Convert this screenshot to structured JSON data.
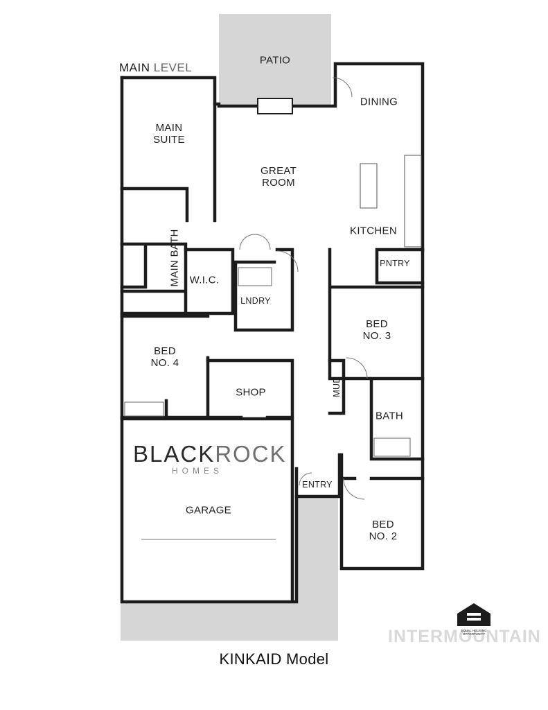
{
  "header": {
    "level_label_main": "MAIN",
    "level_label_light": "LEVEL"
  },
  "rooms": {
    "patio": "PATIO",
    "dining": "DINING",
    "main_suite": "MAIN\nSUITE",
    "great_room": "GREAT\nROOM",
    "kitchen": "KITCHEN",
    "pantry": "PNTRY",
    "main_bath": "MAIN BATH",
    "wic": "W.I.C.",
    "laundry": "LNDRY",
    "bed3": "BED\nNO. 3",
    "bed4": "BED\nNO. 4",
    "shop": "SHOP",
    "mud": "MUD",
    "bath": "BATH",
    "garage": "GARAGE",
    "entry": "ENTRY",
    "bed2": "BED\nNO. 2"
  },
  "brand": {
    "name_dark": "BLACK",
    "name_light": "ROCK",
    "sub": "HOMES"
  },
  "footer": {
    "model_title": "KINKAID Model",
    "watermark": "INTERMOUNTAIN",
    "eho_text": "EQUAL HOUSING\nOPPORTUNITY"
  },
  "icons": [
    "equal-housing-icon"
  ],
  "colors": {
    "wall": "#1c1c1c",
    "exterior_slab": "#d6d6d6",
    "watermark": "#d9d9d9"
  }
}
